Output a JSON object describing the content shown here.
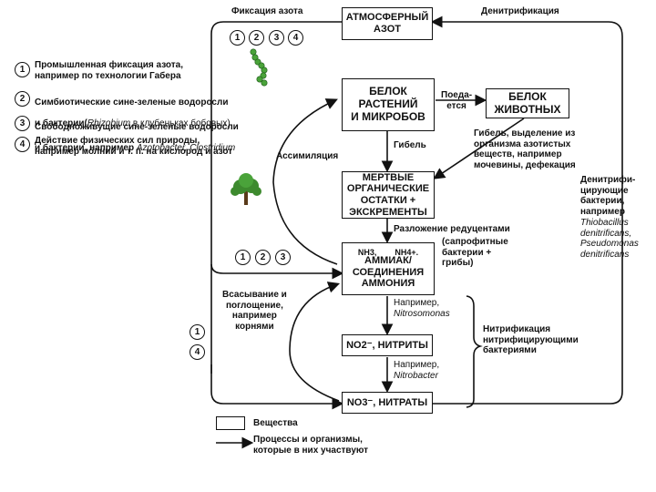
{
  "labels": {
    "fixation": "Фиксация азота",
    "denitrification": "Денитрификация",
    "assimilation": "Ассимиляция",
    "eating": "Поеда-\nется",
    "death": "Гибель",
    "death_excretion": "Гибель, выделение из\nорганизма азотистых\nвеществ, например\nмочевины, дефекация",
    "decomposition": "Разложение редуцентами",
    "decomposers": "(сапрофитные\nбактерии +\nгрибы)",
    "absorption": "Всасывание и\nпоглощение,\nнапример\nкорнями",
    "example1_label": "Например,",
    "example1_org": "Nitrosomonas",
    "example2_label": "Например,",
    "example2_org": "Nitrobacter",
    "nitrification": "Нитрификация\nнитрифицирующими\nбактериями",
    "denit_bacteria": "Денитрифи-\nцирующие\nбактерии,\nнапример",
    "denit_orgs": "Thiobacillus\ndenitrificans,\nPseudomonas\ndenitrificans"
  },
  "boxes": {
    "atmo": "АТМОСФЕРНЫЙ\nАЗОТ",
    "plant_protein": "БЕЛОК\nРАСТЕНИЙ\nИ МИКРОБОВ",
    "animal_protein": "БЕЛОК\nЖИВОТНЫХ",
    "dead": "МЕРТВЫЕ\nОРГАНИЧЕСКИЕ\nОСТАТКИ +\nЭКСКРЕМЕНТЫ",
    "ammonia": "АММИАК/\nСОЕДИНЕНИЯ\nАММОНИЯ",
    "nh3": "NH3,",
    "nh4": "NH4+.",
    "nitrites": "NO2⁻, НИТРИТЫ",
    "nitrates": "NO3⁻, НИТРАТЫ"
  },
  "key": {
    "item1_num": "1",
    "item1": "Промышленная фиксация азота,\nнапример по технологии Габера",
    "item2_num": "2",
    "item2a": "Симбиотические сине-зеленые водоросли",
    "item2b": "и бактерии(",
    "item2b_it": "Rhizobium",
    "item2b_end": " в клубеньках бобовых)",
    "item3_num": "3",
    "item3a": "Свободноживущие сине-зеленые водоросли",
    "item3b": "и бактерии, например ",
    "item3b_it": "Azotobacter, Clostridium",
    "item4_num": "4",
    "item4": "Действие физических сил природы,\nнапример молний и т. п. на кислород и азот"
  },
  "circles": {
    "top": [
      "1",
      "2",
      "3",
      "4"
    ],
    "mid": [
      "1",
      "2",
      "3"
    ],
    "left": [
      "1",
      "4"
    ]
  },
  "legend": {
    "substances": "Вещества",
    "processes": "Процессы и организмы,\nкоторые в них участвуют"
  },
  "colors": {
    "tree": "#3d8a2e",
    "chain": "#4aa33a"
  }
}
